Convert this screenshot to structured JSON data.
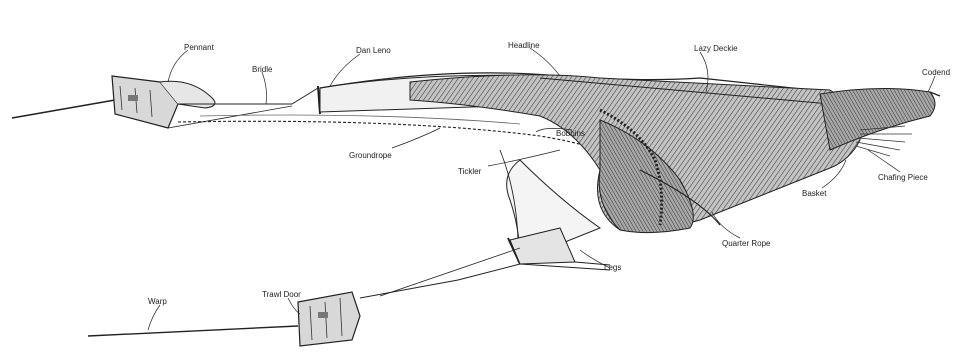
{
  "labels": {
    "pennant": "Pennant",
    "bridle": "Bridle",
    "dan_leno": "Dan Leno",
    "headline": "Headline",
    "lazy_deckie": "Lazy Deckie",
    "codend": "Codend",
    "bobbins": "Bobbins",
    "groundrope": "Groundrope",
    "tickler": "Tickler",
    "chafing_piece": "Chafing Piece",
    "basket": "Basket",
    "quarter_rope": "Quarter Rope",
    "legs": "Legs",
    "warp": "Warp",
    "trawl_door": "Trawl Door"
  },
  "colors": {
    "ink": "#222222",
    "net_hatch": "#5a5a5a",
    "net_fill": "#b9b9b9",
    "door_fill": "#d8d8d8",
    "background": "#ffffff"
  }
}
